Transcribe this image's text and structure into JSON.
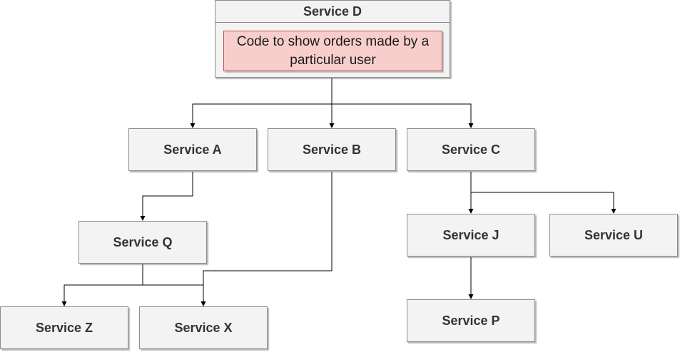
{
  "diagram": {
    "root": {
      "title": "Service D",
      "note": "Code to show orders made by a particular user"
    },
    "nodes": {
      "a": "Service A",
      "b": "Service B",
      "c": "Service C",
      "q": "Service Q",
      "j": "Service J",
      "u": "Service U",
      "z": "Service Z",
      "x": "Service X",
      "p": "Service P"
    },
    "edges": [
      {
        "from": "Service D",
        "to": "Service A"
      },
      {
        "from": "Service D",
        "to": "Service B"
      },
      {
        "from": "Service D",
        "to": "Service C"
      },
      {
        "from": "Service A",
        "to": "Service Q"
      },
      {
        "from": "Service Q",
        "to": "Service Z"
      },
      {
        "from": "Service Q",
        "to": "Service X"
      },
      {
        "from": "Service B",
        "to": "Service X"
      },
      {
        "from": "Service C",
        "to": "Service J"
      },
      {
        "from": "Service C",
        "to": "Service U"
      },
      {
        "from": "Service J",
        "to": "Service P"
      }
    ],
    "colors": {
      "node_fill": "#f3f3f3",
      "node_border": "#8c8c8c",
      "note_fill": "#f8cecc",
      "note_border": "#b85450",
      "edge": "#000000"
    }
  }
}
